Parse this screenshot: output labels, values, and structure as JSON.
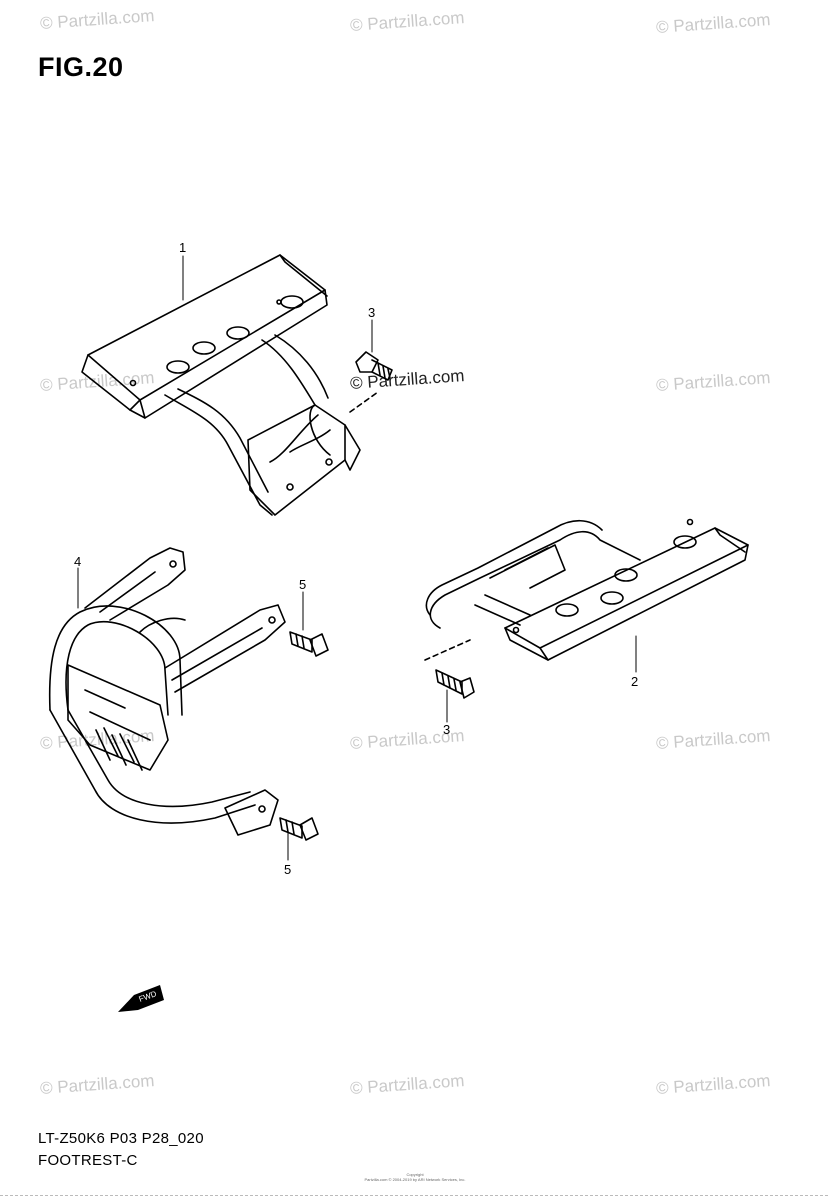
{
  "figure": {
    "title": "FIG.20"
  },
  "watermark": {
    "text": "© Partzilla.com",
    "brand": "Partzilla.com"
  },
  "callouts": [
    {
      "id": "callout-1",
      "label": "1"
    },
    {
      "id": "callout-2",
      "label": "2"
    },
    {
      "id": "callout-3a",
      "label": "3"
    },
    {
      "id": "callout-3b",
      "label": "3"
    },
    {
      "id": "callout-4",
      "label": "4"
    },
    {
      "id": "callout-5a",
      "label": "5"
    },
    {
      "id": "callout-5b",
      "label": "5"
    }
  ],
  "footer": {
    "model_code": "LT-Z50K6 P03 P28_020",
    "section_name": "FOOTREST-C",
    "fine_print_line1": "Copyright",
    "fine_print_line2": "Partzilla.com © 2004-2019 by ARI Network Services, Inc."
  },
  "icons": {
    "fwd_arrow": "fwd-arrow-icon",
    "fwd_text": "FWD"
  },
  "colors": {
    "line": "#000000",
    "watermark": "#c9c9c9",
    "background": "#ffffff"
  }
}
